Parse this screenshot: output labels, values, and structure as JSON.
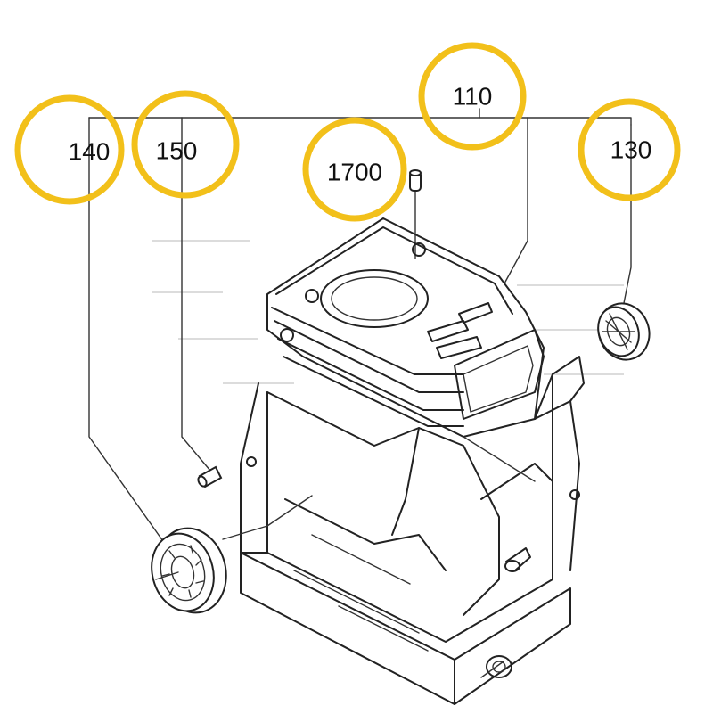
{
  "callouts": [
    {
      "id": "c110",
      "label": "110"
    },
    {
      "id": "c130",
      "label": "130"
    },
    {
      "id": "c140",
      "label": "140"
    },
    {
      "id": "c150",
      "label": "150"
    },
    {
      "id": "c1700",
      "label": "1700"
    }
  ],
  "colors": {
    "callout_ring": "#F2C01A",
    "line_art": "#222222",
    "background": "#FFFFFF"
  }
}
